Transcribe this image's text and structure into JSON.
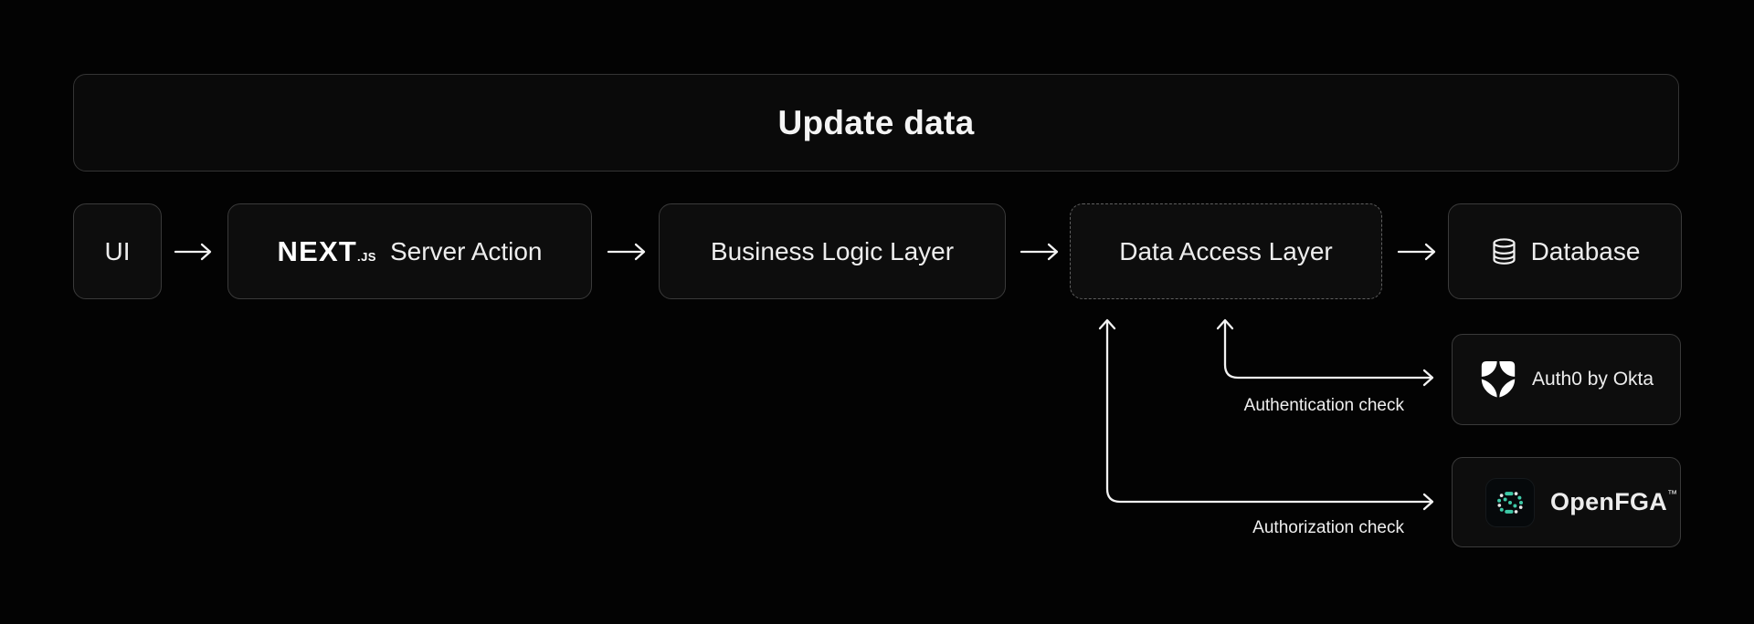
{
  "title_bar": {
    "title": "Update data"
  },
  "pipeline": {
    "ui_label": "UI",
    "server_action": {
      "brand": "NEXT",
      "brand_suffix": ".JS",
      "label": "Server Action"
    },
    "business_logic_label": "Business Logic Layer",
    "data_access_label": "Data Access Layer",
    "database_label": "Database"
  },
  "services": {
    "auth0_label": "Auth0 by Okta",
    "openfga_label": "OpenFGA",
    "openfga_trademark": "™"
  },
  "annotations": {
    "authentication_label": "Authentication check",
    "authorization_label": "Authorization check"
  },
  "icons": {
    "database": "database-cylinder-icon",
    "auth0": "auth0-shield-icon",
    "openfga": "openfga-dots-icon"
  },
  "colors": {
    "background": "#030303",
    "node_fill": "#0d0d0d",
    "node_border": "#3a3a3a",
    "dashed_border": "#5f5f5f",
    "text": "#ededed",
    "arrow": "#f2f2f2",
    "openfga_teal": "#3ec9a7"
  }
}
